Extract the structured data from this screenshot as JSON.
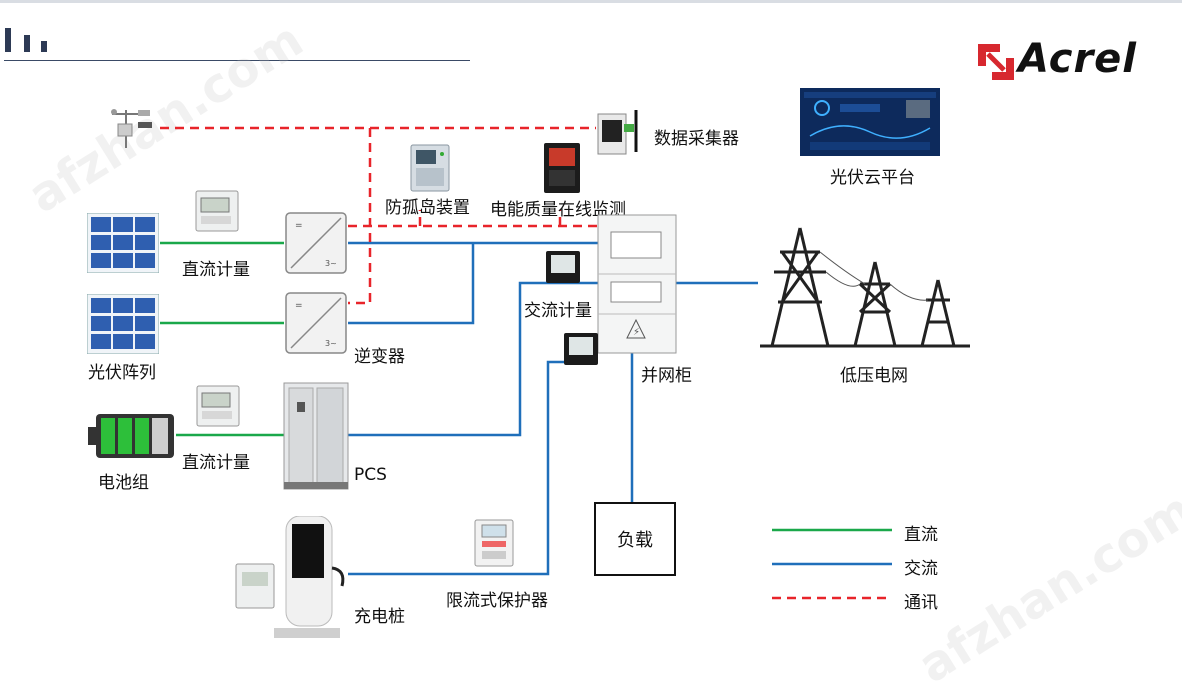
{
  "brand": {
    "logo": "Acrel"
  },
  "watermark": "afzhan.com",
  "labels": {
    "data_collector": "数据采集器",
    "anti_islanding": "防孤岛装置",
    "power_quality": "电能质量在线监测",
    "pv_cloud": "光伏云平台",
    "dc_meter_1": "直流计量",
    "dc_meter_2": "直流计量",
    "ac_meter": "交流计量",
    "inverter": "逆变器",
    "pv_array": "光伏阵列",
    "grid_cabinet": "并网柜",
    "low_voltage_grid": "低压电网",
    "battery": "电池组",
    "pcs": "PCS",
    "load": "负载",
    "current_limiter": "限流式保护器",
    "charging_pile": "充电桩"
  },
  "legend": {
    "dc": "直流",
    "ac": "交流",
    "comm": "通讯"
  },
  "colors": {
    "dc_line": "#1aa84a",
    "ac_line": "#1f6fba",
    "comm_line": "#e8242a",
    "brand_red": "#d7282f",
    "title_bar": "#2d3a55"
  }
}
